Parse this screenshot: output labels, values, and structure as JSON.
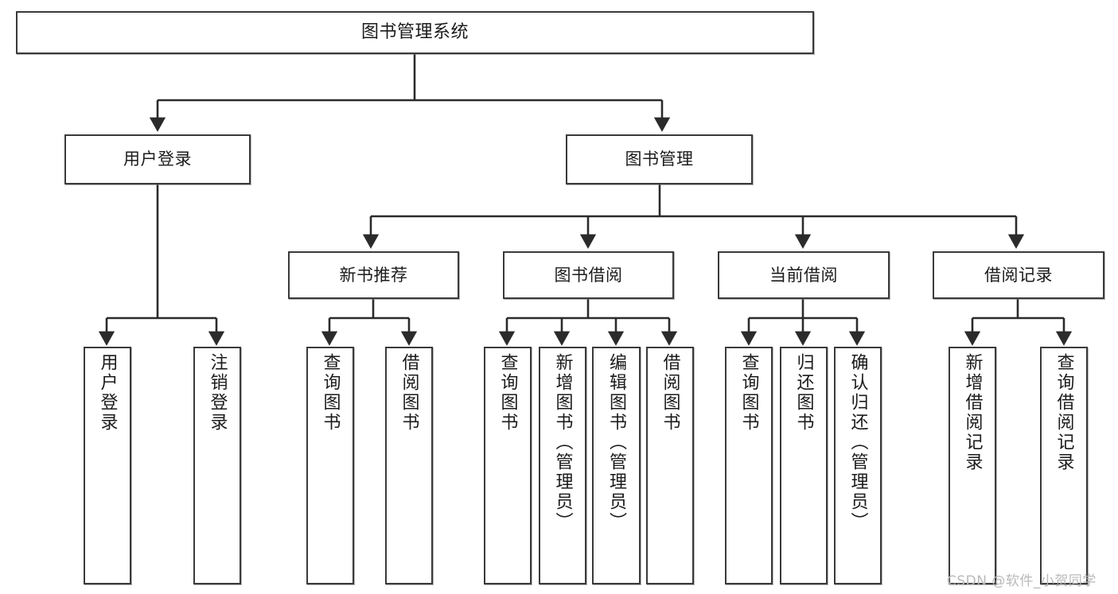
{
  "diagram": {
    "type": "tree-hierarchy",
    "title": "图书管理系统",
    "root": {
      "id": "root",
      "label": "图书管理系统"
    },
    "level2": [
      {
        "id": "user-login",
        "label": "用户登录"
      },
      {
        "id": "book-manage",
        "label": "图书管理"
      }
    ],
    "level3": [
      {
        "id": "new-book-recommend",
        "label": "新书推荐",
        "parent": "book-manage"
      },
      {
        "id": "book-borrow",
        "label": "图书借阅",
        "parent": "book-manage"
      },
      {
        "id": "current-borrow",
        "label": "当前借阅",
        "parent": "book-manage"
      },
      {
        "id": "borrow-record",
        "label": "借阅记录",
        "parent": "book-manage"
      }
    ],
    "leaves": [
      {
        "id": "leaf-user-login",
        "label": "用户登录",
        "parent": "user-login"
      },
      {
        "id": "leaf-user-logout",
        "label": "注销登录",
        "parent": "user-login"
      },
      {
        "id": "leaf-rec-query-book",
        "label": "查询图书",
        "parent": "new-book-recommend"
      },
      {
        "id": "leaf-rec-borrow-book",
        "label": "借阅图书",
        "parent": "new-book-recommend"
      },
      {
        "id": "leaf-borrow-query-book",
        "label": "查询图书",
        "parent": "book-borrow"
      },
      {
        "id": "leaf-borrow-add-book",
        "label": "新增图书（管理员）",
        "parent": "book-borrow"
      },
      {
        "id": "leaf-borrow-edit-book",
        "label": "编辑图书（管理员）",
        "parent": "book-borrow"
      },
      {
        "id": "leaf-borrow-borrow-book",
        "label": "借阅图书",
        "parent": "book-borrow"
      },
      {
        "id": "leaf-current-query-book",
        "label": "查询图书",
        "parent": "current-borrow"
      },
      {
        "id": "leaf-current-return-book",
        "label": "归还图书",
        "parent": "current-borrow"
      },
      {
        "id": "leaf-current-confirm-return",
        "label": "确认归还（管理员）",
        "parent": "current-borrow"
      },
      {
        "id": "leaf-record-add",
        "label": "新增借阅记录",
        "parent": "borrow-record"
      },
      {
        "id": "leaf-record-query",
        "label": "查询借阅记录",
        "parent": "borrow-record"
      }
    ],
    "watermark": "CSDN @软件_小贺同学",
    "colors": {
      "border": "#3a3a3a",
      "background": "#ffffff",
      "text": "#1b1b1b",
      "edge": "#2b2b2b",
      "watermark": "#b9b9b9"
    }
  }
}
